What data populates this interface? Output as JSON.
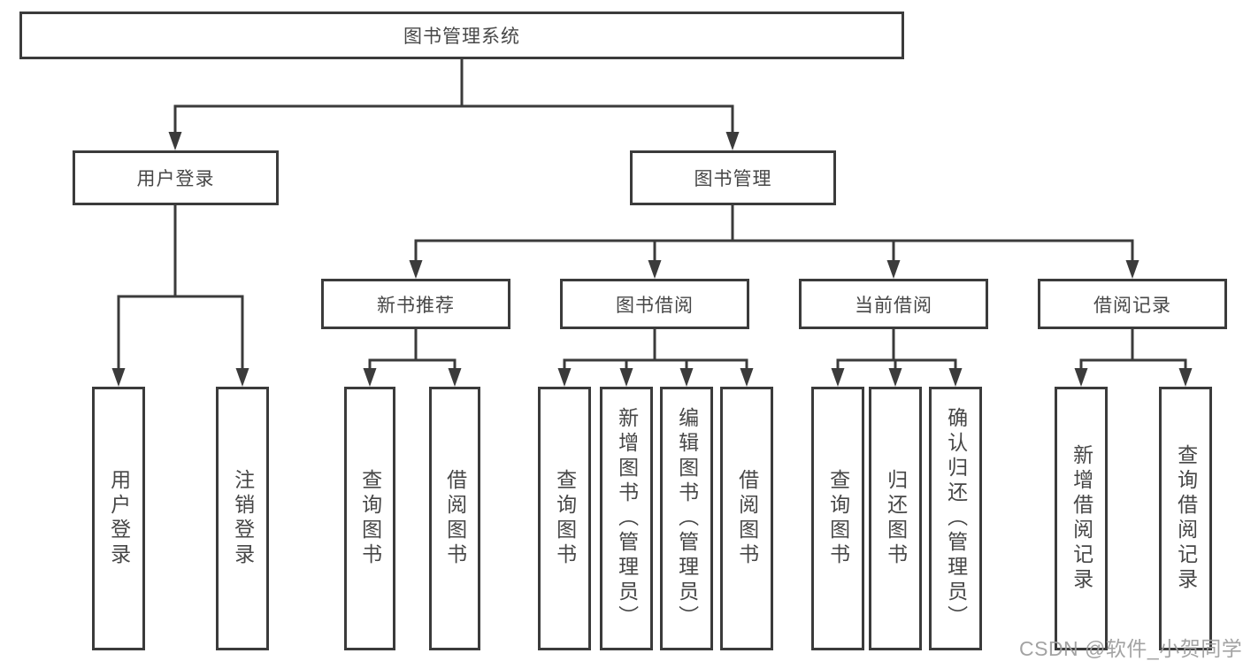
{
  "title": "图书管理系统",
  "watermark": "CSDN @软件_小贺同学",
  "colors": {
    "line": "#3b3b3b",
    "box_border": "#3b3b3b",
    "box_fill": "#ffffff",
    "text": "#474747",
    "watermark": "#9e9e9e"
  },
  "tree": {
    "root": "图书管理系统",
    "children": [
      {
        "label": "用户登录",
        "children": [
          {
            "label": "用户登录"
          },
          {
            "label": "注销登录"
          }
        ]
      },
      {
        "label": "图书管理",
        "children": [
          {
            "label": "新书推荐",
            "children": [
              {
                "label": "查询图书"
              },
              {
                "label": "借阅图书"
              }
            ]
          },
          {
            "label": "图书借阅",
            "children": [
              {
                "label": "查询图书"
              },
              {
                "label": "新增图书（管理员）"
              },
              {
                "label": "编辑图书（管理员）"
              },
              {
                "label": "借阅图书"
              }
            ]
          },
          {
            "label": "当前借阅",
            "children": [
              {
                "label": "查询图书"
              },
              {
                "label": "归还图书"
              },
              {
                "label": "确认归还（管理员）"
              }
            ]
          },
          {
            "label": "借阅记录",
            "children": [
              {
                "label": "新增借阅记录"
              },
              {
                "label": "查询借阅记录"
              }
            ]
          }
        ]
      }
    ]
  }
}
